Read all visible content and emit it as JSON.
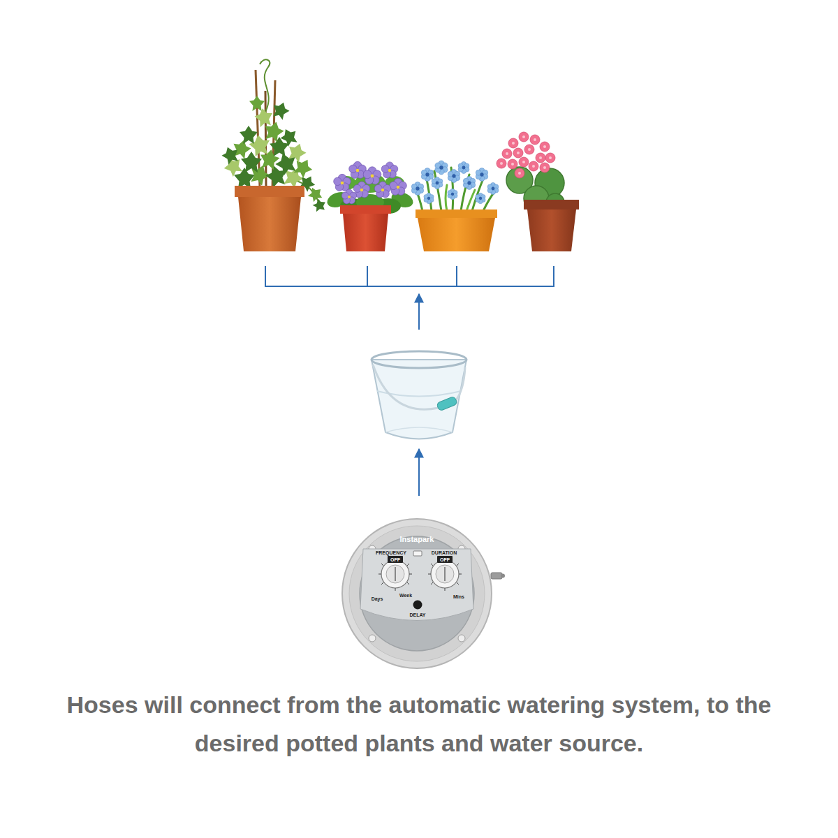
{
  "diagram": {
    "caption": "Hoses will connect from the automatic watering system, to the desired potted plants and water source.",
    "labels": [
      "Instapark",
      "FREQUENCY",
      "DURATION",
      "OFF",
      "OFF",
      "DELAY",
      "Days",
      "Week",
      "Mins"
    ]
  }
}
